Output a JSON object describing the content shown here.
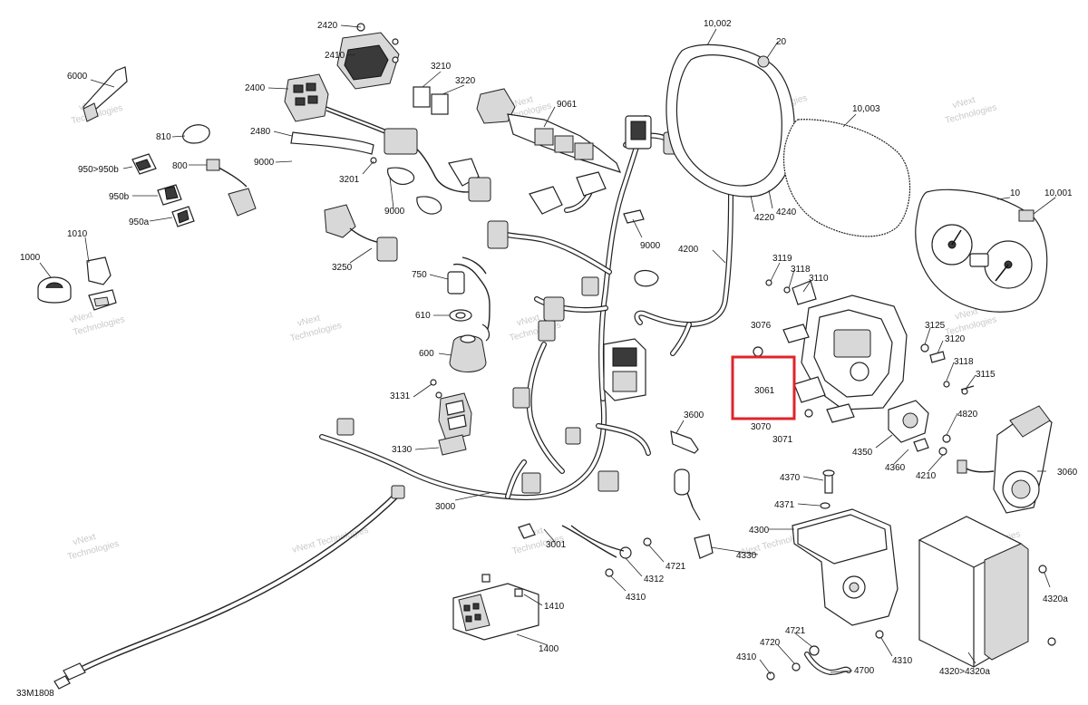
{
  "drawing_id": "33M1808",
  "highlight_color": "#e0242b",
  "watermark": {
    "line1": "vNext",
    "line2": "Technologies",
    "single": "vNext Technologies"
  },
  "labels": {
    "p2420": "2420",
    "p2410": "2410",
    "p2400": "2400",
    "p2480": "2480",
    "p3210": "3210",
    "p3220": "3220",
    "p3201": "3201",
    "p3250": "3250",
    "p6000": "6000",
    "p810": "810",
    "p800": "800",
    "p950b_range": "950>950b",
    "p950b": "950b",
    "p950a": "950a",
    "p1000": "1000",
    "p1010": "1010",
    "p9000a": "9000",
    "p9000b": "9000",
    "p9000c": "9000",
    "p9061": "9061",
    "p10002": "10,002",
    "p20": "20",
    "p10003": "10,003",
    "p10": "10",
    "p10001": "10,001",
    "p4220": "4220",
    "p4240": "4240",
    "p4200": "4200",
    "p3119": "3119",
    "p3118a": "3118",
    "p3110": "3110",
    "p3076": "3076",
    "p3061": "3061",
    "p3070": "3070",
    "p3071": "3071",
    "p3125": "3125",
    "p3120": "3120",
    "p3118b": "3118",
    "p3115": "3115",
    "p4820": "4820",
    "p4350": "4350",
    "p4360": "4360",
    "p4210": "4210",
    "p3060": "3060",
    "p750": "750",
    "p610": "610",
    "p600": "600",
    "p3131": "3131",
    "p3130": "3130",
    "p3600": "3600",
    "p3000": "3000",
    "p3001": "3001",
    "p4370": "4370",
    "p4371": "4371",
    "p4300": "4300",
    "p4330": "4330",
    "p4312": "4312",
    "p4721a": "4721",
    "p4310a": "4310",
    "p1410": "1410",
    "p1400": "1400",
    "p4720": "4720",
    "p4721b": "4721",
    "p4310b": "4310",
    "p4700": "4700",
    "p4310c": "4310",
    "p4320a": "4320a",
    "p4320range": "4320>4320a"
  }
}
